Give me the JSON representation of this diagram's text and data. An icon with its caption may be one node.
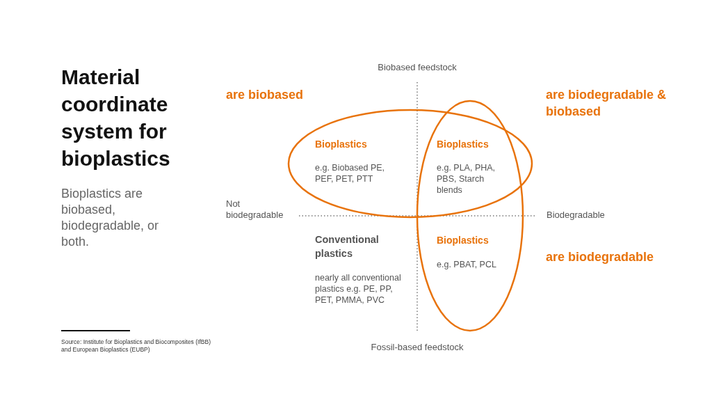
{
  "diagram": {
    "title": "Material coordinate system for bioplastics",
    "labels": [
      "Biobased feedstock",
      "are biobased",
      "are biodegradable & biobased",
      "Bioplastics",
      "e.g. Biobased PE, PEF, PET, PTT",
      "Bioplastics",
      "e.g. PLA, PHA, PBS, Starch blends",
      "Not biodegradable",
      "Biodegradable",
      "Conventional plastics",
      "nearly all conventional plastics e.g. PE, PP, PET, PMMA, PVC",
      "Bioplastics",
      "e.g. PBAT, PCL",
      "are biodegradable",
      "Fossil-based feedstock",
      "Bioplastics are biobased, biodegradable, or both.",
      "Source: Institute for Bioplastics and Biocomposites (IfBB) and European Bioplastics (EUBP)"
    ]
  }
}
